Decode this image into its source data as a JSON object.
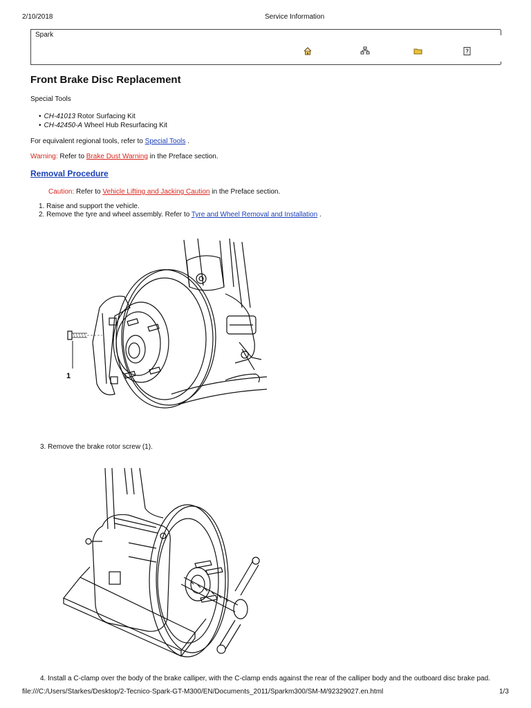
{
  "header": {
    "date": "2/10/2018",
    "title": "Service Information"
  },
  "nav": {
    "label": "Spark",
    "icons": [
      "home-icon",
      "sitemap-icon",
      "folder-icon",
      "help-icon"
    ]
  },
  "doc": {
    "title": "Front Brake Disc Replacement",
    "special_tools_heading": "Special Tools",
    "tools": [
      {
        "code": "CH-41013",
        "name": " Rotor Surfacing Kit"
      },
      {
        "code": "CH-42450-A",
        "name": " Wheel Hub Resurfacing Kit"
      }
    ],
    "equiv_text": "For equivalent regional tools, refer to ",
    "equiv_link": "Special Tools",
    "equiv_end": " .",
    "warning_label": "Warning:",
    "warning_pre": " Refer to ",
    "warning_link": "Brake Dust Warning",
    "warning_post": " in the Preface section.",
    "removal_heading": "Removal Procedure",
    "caution_label": "Caution:",
    "caution_pre": " Refer to ",
    "caution_link": "Vehicle Lifting and Jacking Caution",
    "caution_post": " in the Preface section.",
    "step1": "1. Raise and support the vehicle.",
    "step2_pre": "2. Remove the tyre and wheel assembly. Refer to ",
    "step2_link": "Tyre and Wheel Removal and Installation",
    "step2_end": " .",
    "figure1_callout": "1",
    "step3": "3. Remove the brake rotor screw (1).",
    "step4": "4. Install a C-clamp over the body of the brake calliper, with the C-clamp ends against the rear of the calliper body and the outboard disc brake pad."
  },
  "footer": {
    "path": "file:///C:/Users/Starkes/Desktop/2-Tecnico-Spark-GT-M300/EN/Documents_2011/Sparkm300/SM-M/92329027.en.html",
    "page": "1/3"
  }
}
